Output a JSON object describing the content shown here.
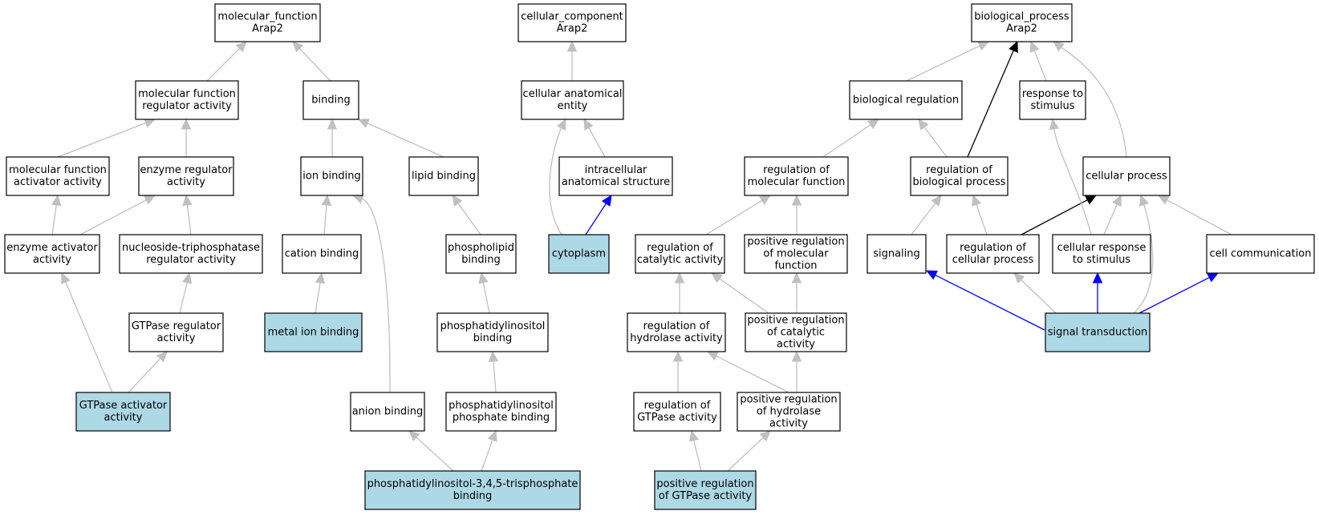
{
  "graph": {
    "colors": {
      "highlight_fill": "#add8e6",
      "is_a_edge": "#c0c0c0",
      "part_of_edge": "#000000",
      "regulates_edge": "#0000ff"
    },
    "nodes": [
      {
        "id": "mf_root",
        "lines": [
          "molecular_function",
          "Arap2"
        ],
        "highlight": false
      },
      {
        "id": "mfra",
        "lines": [
          "molecular function",
          "regulator activity"
        ],
        "highlight": false
      },
      {
        "id": "binding",
        "lines": [
          "binding"
        ],
        "highlight": false
      },
      {
        "id": "mfaa",
        "lines": [
          "molecular function",
          "activator activity"
        ],
        "highlight": false
      },
      {
        "id": "era",
        "lines": [
          "enzyme regulator",
          "activity"
        ],
        "highlight": false
      },
      {
        "id": "ion",
        "lines": [
          "ion binding"
        ],
        "highlight": false
      },
      {
        "id": "lipid",
        "lines": [
          "lipid binding"
        ],
        "highlight": false
      },
      {
        "id": "eaa",
        "lines": [
          "enzyme activator",
          "activity"
        ],
        "highlight": false
      },
      {
        "id": "ntra",
        "lines": [
          "nucleoside-triphosphatase",
          "regulator activity"
        ],
        "highlight": false
      },
      {
        "id": "cation",
        "lines": [
          "cation binding"
        ],
        "highlight": false
      },
      {
        "id": "plb",
        "lines": [
          "phospholipid",
          "binding"
        ],
        "highlight": false
      },
      {
        "id": "gra",
        "lines": [
          "GTPase regulator",
          "activity"
        ],
        "highlight": false
      },
      {
        "id": "metal",
        "lines": [
          "metal ion binding"
        ],
        "highlight": true
      },
      {
        "id": "pib",
        "lines": [
          "phosphatidylinositol",
          "binding"
        ],
        "highlight": false
      },
      {
        "id": "gaa",
        "lines": [
          "GTPase activator",
          "activity"
        ],
        "highlight": true
      },
      {
        "id": "anion",
        "lines": [
          "anion binding"
        ],
        "highlight": false
      },
      {
        "id": "pipb",
        "lines": [
          "phosphatidylinositol",
          "phosphate binding"
        ],
        "highlight": false
      },
      {
        "id": "pip3",
        "lines": [
          "phosphatidylinositol-3,4,5-trisphosphate",
          "binding"
        ],
        "highlight": true
      },
      {
        "id": "cc_root",
        "lines": [
          "cellular_component",
          "Arap2"
        ],
        "highlight": false
      },
      {
        "id": "cae",
        "lines": [
          "cellular anatomical",
          "entity"
        ],
        "highlight": false
      },
      {
        "id": "ias",
        "lines": [
          "intracellular",
          "anatomical structure"
        ],
        "highlight": false
      },
      {
        "id": "cyto",
        "lines": [
          "cytoplasm"
        ],
        "highlight": true
      },
      {
        "id": "bp_root",
        "lines": [
          "biological_process",
          "Arap2"
        ],
        "highlight": false
      },
      {
        "id": "bioreg",
        "lines": [
          "biological regulation"
        ],
        "highlight": false
      },
      {
        "id": "rts",
        "lines": [
          "response to",
          "stimulus"
        ],
        "highlight": false
      },
      {
        "id": "rmf",
        "lines": [
          "regulation of",
          "molecular function"
        ],
        "highlight": false
      },
      {
        "id": "rbp",
        "lines": [
          "regulation of",
          "biological process"
        ],
        "highlight": false
      },
      {
        "id": "cp",
        "lines": [
          "cellular process"
        ],
        "highlight": false
      },
      {
        "id": "rca",
        "lines": [
          "regulation of",
          "catalytic activity"
        ],
        "highlight": false
      },
      {
        "id": "prmf",
        "lines": [
          "positive regulation",
          "of molecular",
          "function"
        ],
        "highlight": false
      },
      {
        "id": "signaling",
        "lines": [
          "signaling"
        ],
        "highlight": false
      },
      {
        "id": "rcp",
        "lines": [
          "regulation of",
          "cellular process"
        ],
        "highlight": false
      },
      {
        "id": "crs",
        "lines": [
          "cellular response",
          "to stimulus"
        ],
        "highlight": false
      },
      {
        "id": "cc",
        "lines": [
          "cell communication"
        ],
        "highlight": false
      },
      {
        "id": "rha",
        "lines": [
          "regulation of",
          "hydrolase activity"
        ],
        "highlight": false
      },
      {
        "id": "prca",
        "lines": [
          "positive regulation",
          "of catalytic",
          "activity"
        ],
        "highlight": false
      },
      {
        "id": "st",
        "lines": [
          "signal transduction"
        ],
        "highlight": true
      },
      {
        "id": "rga",
        "lines": [
          "regulation of",
          "GTPase activity"
        ],
        "highlight": false
      },
      {
        "id": "prha",
        "lines": [
          "positive regulation",
          "of hydrolase",
          "activity"
        ],
        "highlight": false
      },
      {
        "id": "prga",
        "lines": [
          "positive regulation",
          "of GTPase activity"
        ],
        "highlight": true
      }
    ],
    "edges": [
      {
        "from": "mfra",
        "to": "mf_root",
        "type": "is_a"
      },
      {
        "from": "binding",
        "to": "mf_root",
        "type": "is_a"
      },
      {
        "from": "mfaa",
        "to": "mfra",
        "type": "is_a"
      },
      {
        "from": "era",
        "to": "mfra",
        "type": "is_a"
      },
      {
        "from": "ion",
        "to": "binding",
        "type": "is_a"
      },
      {
        "from": "lipid",
        "to": "binding",
        "type": "is_a"
      },
      {
        "from": "eaa",
        "to": "mfaa",
        "type": "is_a"
      },
      {
        "from": "eaa",
        "to": "era",
        "type": "is_a"
      },
      {
        "from": "ntra",
        "to": "era",
        "type": "is_a"
      },
      {
        "from": "cation",
        "to": "ion",
        "type": "is_a"
      },
      {
        "from": "anion",
        "to": "ion",
        "type": "is_a"
      },
      {
        "from": "plb",
        "to": "lipid",
        "type": "is_a"
      },
      {
        "from": "gra",
        "to": "ntra",
        "type": "is_a"
      },
      {
        "from": "metal",
        "to": "cation",
        "type": "is_a"
      },
      {
        "from": "pib",
        "to": "plb",
        "type": "is_a"
      },
      {
        "from": "pipb",
        "to": "pib",
        "type": "is_a"
      },
      {
        "from": "gaa",
        "to": "eaa",
        "type": "is_a"
      },
      {
        "from": "gaa",
        "to": "gra",
        "type": "is_a"
      },
      {
        "from": "pip3",
        "to": "anion",
        "type": "is_a"
      },
      {
        "from": "pip3",
        "to": "pipb",
        "type": "is_a"
      },
      {
        "from": "cae",
        "to": "cc_root",
        "type": "is_a"
      },
      {
        "from": "ias",
        "to": "cae",
        "type": "is_a"
      },
      {
        "from": "cyto",
        "to": "cae",
        "type": "is_a"
      },
      {
        "from": "cyto",
        "to": "ias",
        "type": "part_of_blue"
      },
      {
        "from": "bioreg",
        "to": "bp_root",
        "type": "is_a"
      },
      {
        "from": "rts",
        "to": "bp_root",
        "type": "is_a"
      },
      {
        "from": "cp",
        "to": "bp_root",
        "type": "is_a"
      },
      {
        "from": "rbp",
        "to": "bp_root",
        "type": "part_of"
      },
      {
        "from": "rmf",
        "to": "bioreg",
        "type": "is_a"
      },
      {
        "from": "rbp",
        "to": "bioreg",
        "type": "is_a"
      },
      {
        "from": "rca",
        "to": "rmf",
        "type": "is_a"
      },
      {
        "from": "prmf",
        "to": "rmf",
        "type": "is_a"
      },
      {
        "from": "signaling",
        "to": "rbp",
        "type": "is_a"
      },
      {
        "from": "rcp",
        "to": "rbp",
        "type": "is_a"
      },
      {
        "from": "rcp",
        "to": "cp",
        "type": "part_of"
      },
      {
        "from": "crs",
        "to": "cp",
        "type": "is_a"
      },
      {
        "from": "crs",
        "to": "rts",
        "type": "is_a"
      },
      {
        "from": "cc",
        "to": "cp",
        "type": "is_a"
      },
      {
        "from": "st",
        "to": "cp",
        "type": "is_a"
      },
      {
        "from": "rha",
        "to": "rca",
        "type": "is_a"
      },
      {
        "from": "prca",
        "to": "rca",
        "type": "is_a"
      },
      {
        "from": "prca",
        "to": "prmf",
        "type": "is_a"
      },
      {
        "from": "st",
        "to": "signaling",
        "type": "regulates"
      },
      {
        "from": "st",
        "to": "rcp",
        "type": "is_a"
      },
      {
        "from": "st",
        "to": "crs",
        "type": "regulates"
      },
      {
        "from": "st",
        "to": "cc",
        "type": "regulates"
      },
      {
        "from": "rga",
        "to": "rha",
        "type": "is_a"
      },
      {
        "from": "prha",
        "to": "rha",
        "type": "is_a"
      },
      {
        "from": "prha",
        "to": "prca",
        "type": "is_a"
      },
      {
        "from": "prga",
        "to": "rga",
        "type": "is_a"
      },
      {
        "from": "prga",
        "to": "prha",
        "type": "is_a"
      }
    ]
  }
}
